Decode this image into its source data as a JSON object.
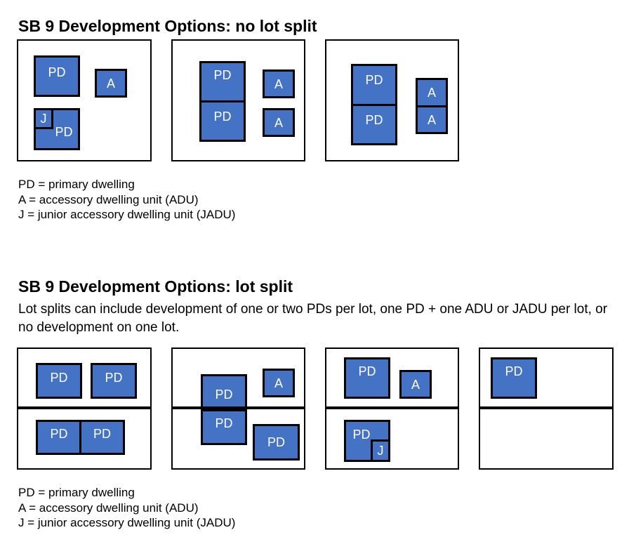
{
  "section1": {
    "heading": "SB 9 Development Options: no lot split",
    "legend": {
      "pd": "PD = primary dwelling",
      "a": "A = accessory dwelling unit (ADU)",
      "j": "J = junior accessory dwelling unit (JADU)"
    }
  },
  "section2": {
    "heading": "SB 9 Development Options: lot split",
    "description": "Lot splits can include development of one or two PDs per lot, one PD + one ADU or JADU per lot, or no development on one lot.",
    "legend": {
      "pd": "PD = primary dwelling",
      "a": "A = accessory dwelling unit (ADU)",
      "j": "J = junior accessory dwelling unit (JADU)"
    }
  },
  "labels": {
    "pd": "PD",
    "a": "A",
    "j": "J"
  },
  "colors": {
    "unit_fill": "#4472c4",
    "outline": "#000000"
  }
}
